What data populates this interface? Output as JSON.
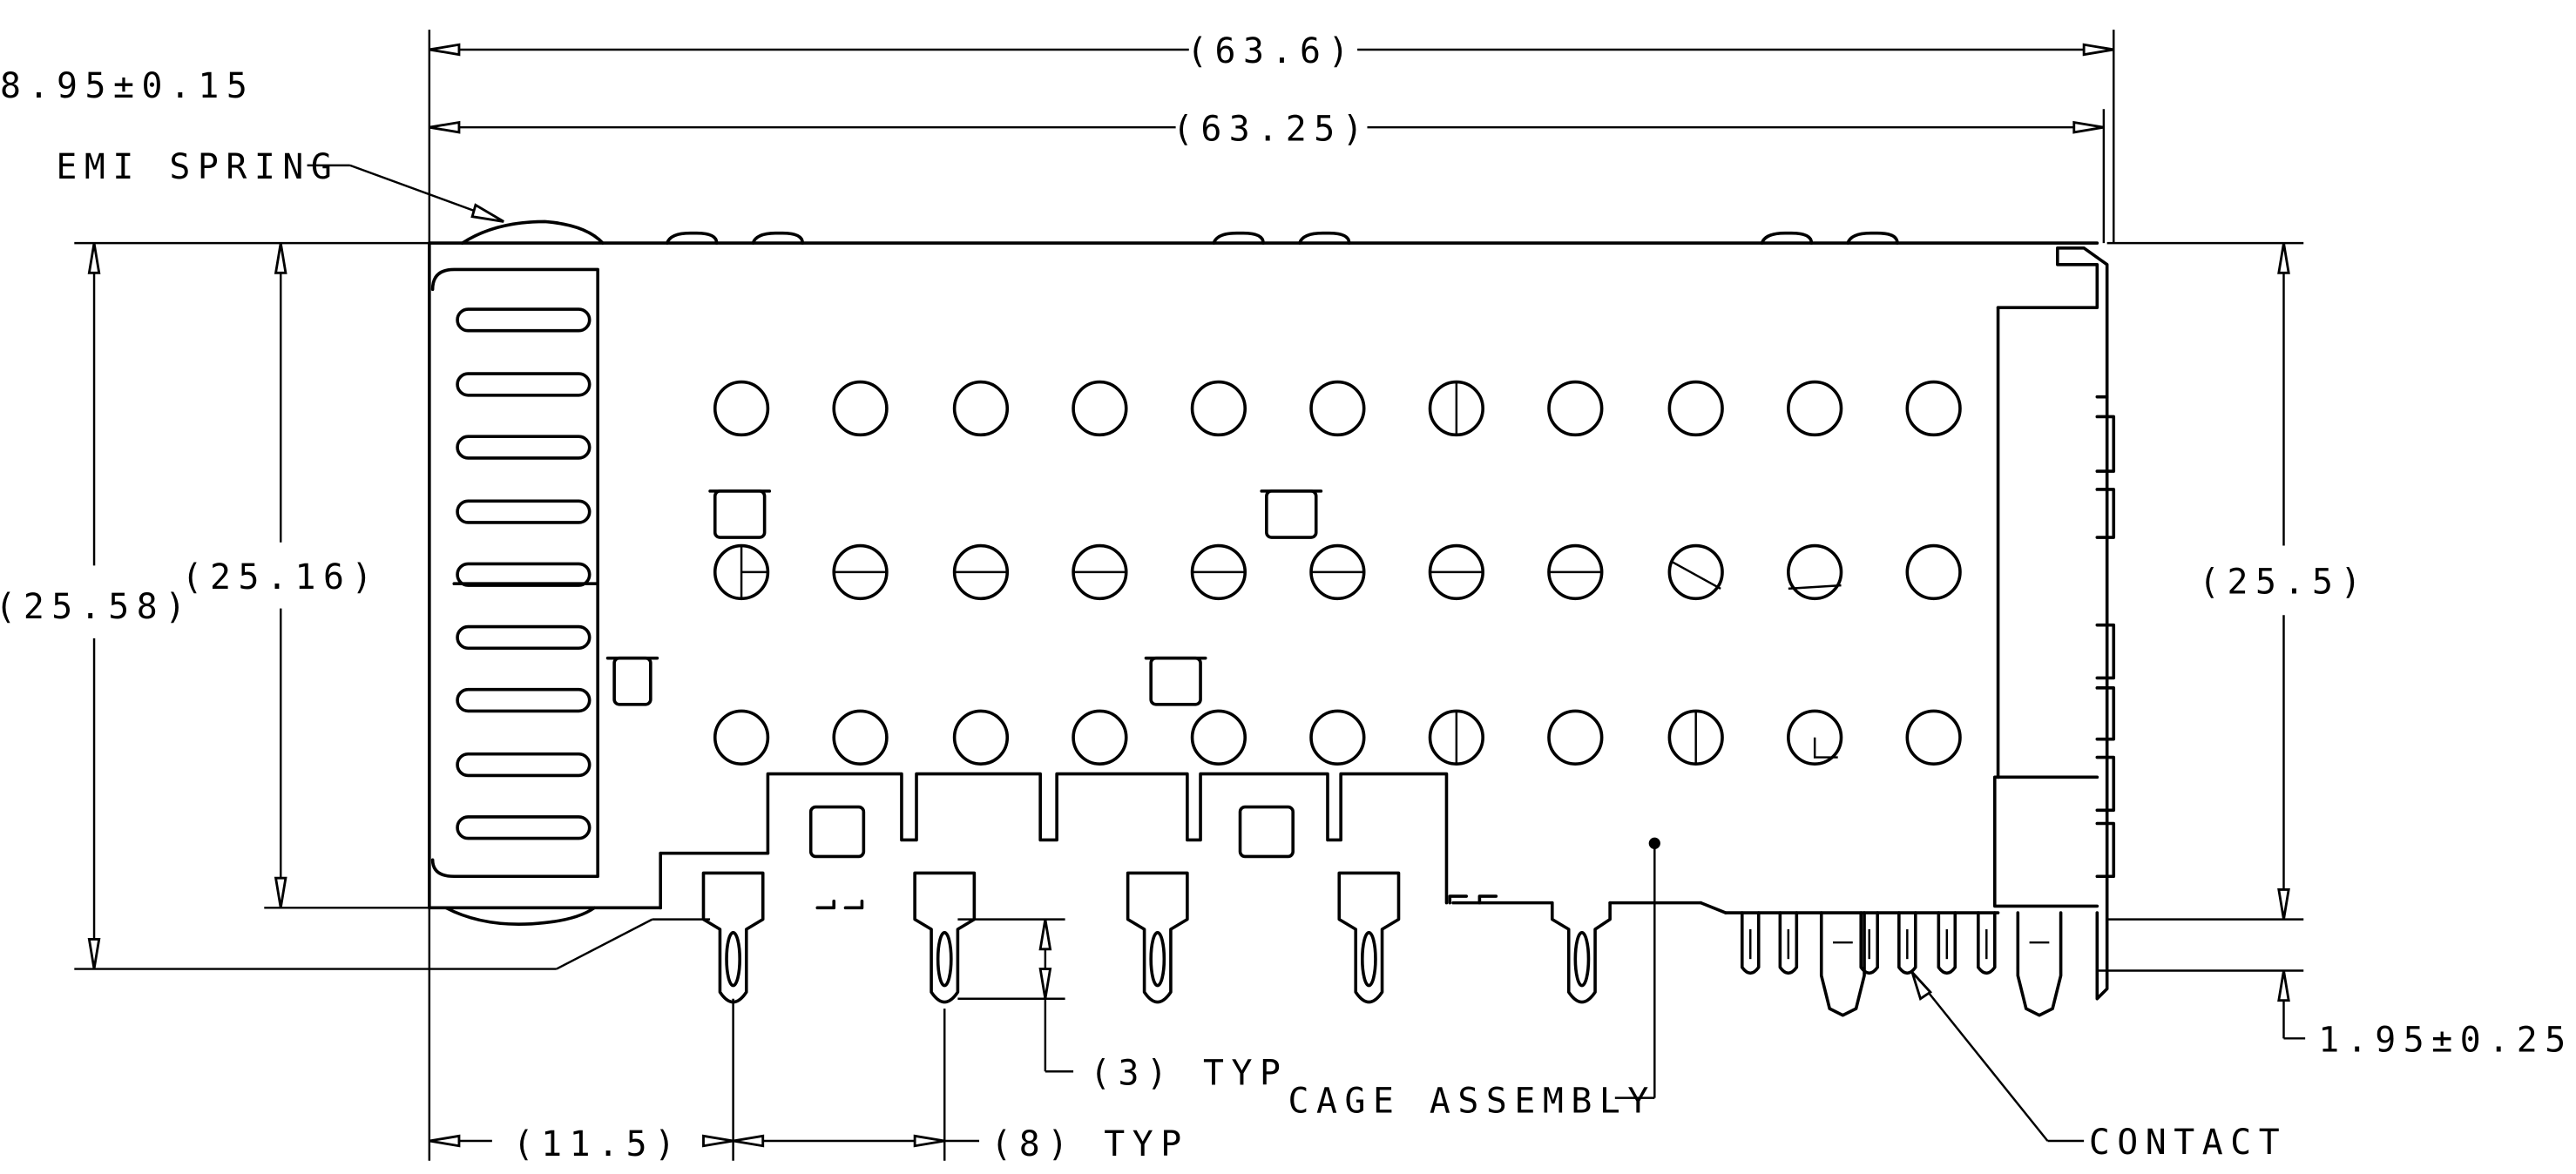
{
  "dimensions": {
    "overall_width": "(63.6)",
    "body_width": "(63.25)",
    "spring_dim": "8.95±0.15",
    "overall_height": "(25.58)",
    "body_height": "(25.16)",
    "right_height": "(25.5)",
    "pin_offset": "1.95±0.25",
    "pin_length": "(3) TYP",
    "first_pin": "(11.5)",
    "pin_pitch": "(8) TYP"
  },
  "callouts": {
    "emi_spring": "EMI SPRING",
    "cage_assembly": "CAGE ASSEMBLY",
    "contact": "CONTACT"
  }
}
